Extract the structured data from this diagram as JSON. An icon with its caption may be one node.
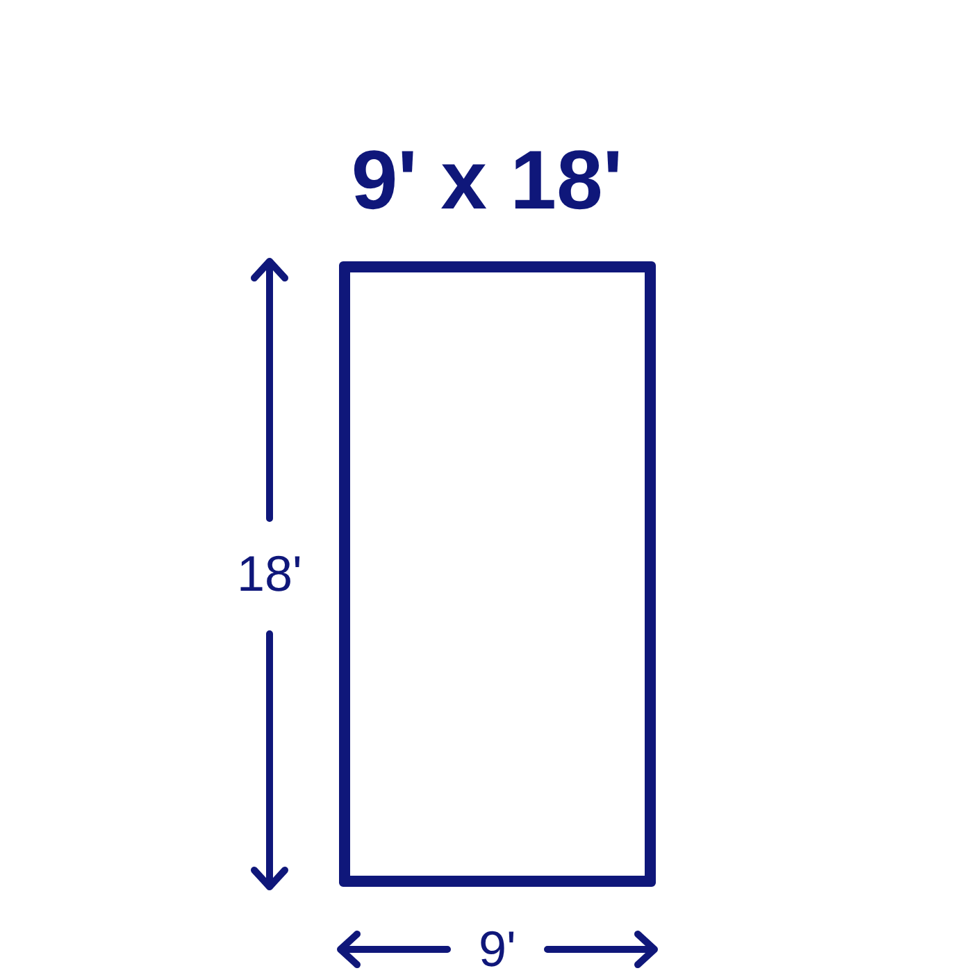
{
  "diagram": {
    "title": "9' x 18'",
    "nodes": [
      {
        "text": [],
        "shape": "box"
      }
    ],
    "labels": [
      "18'",
      "9'"
    ]
  }
}
